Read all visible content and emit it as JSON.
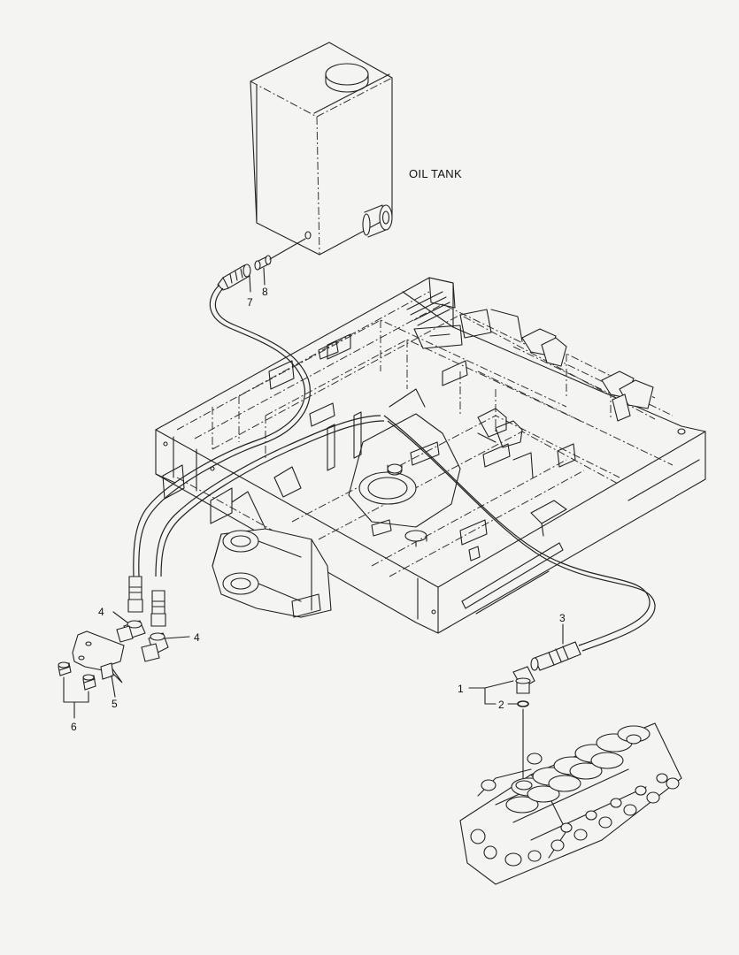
{
  "labels": {
    "oil_tank": "OIL TANK",
    "callouts": [
      "1",
      "2",
      "3",
      "4",
      "4",
      "5",
      "6",
      "7",
      "8"
    ]
  }
}
